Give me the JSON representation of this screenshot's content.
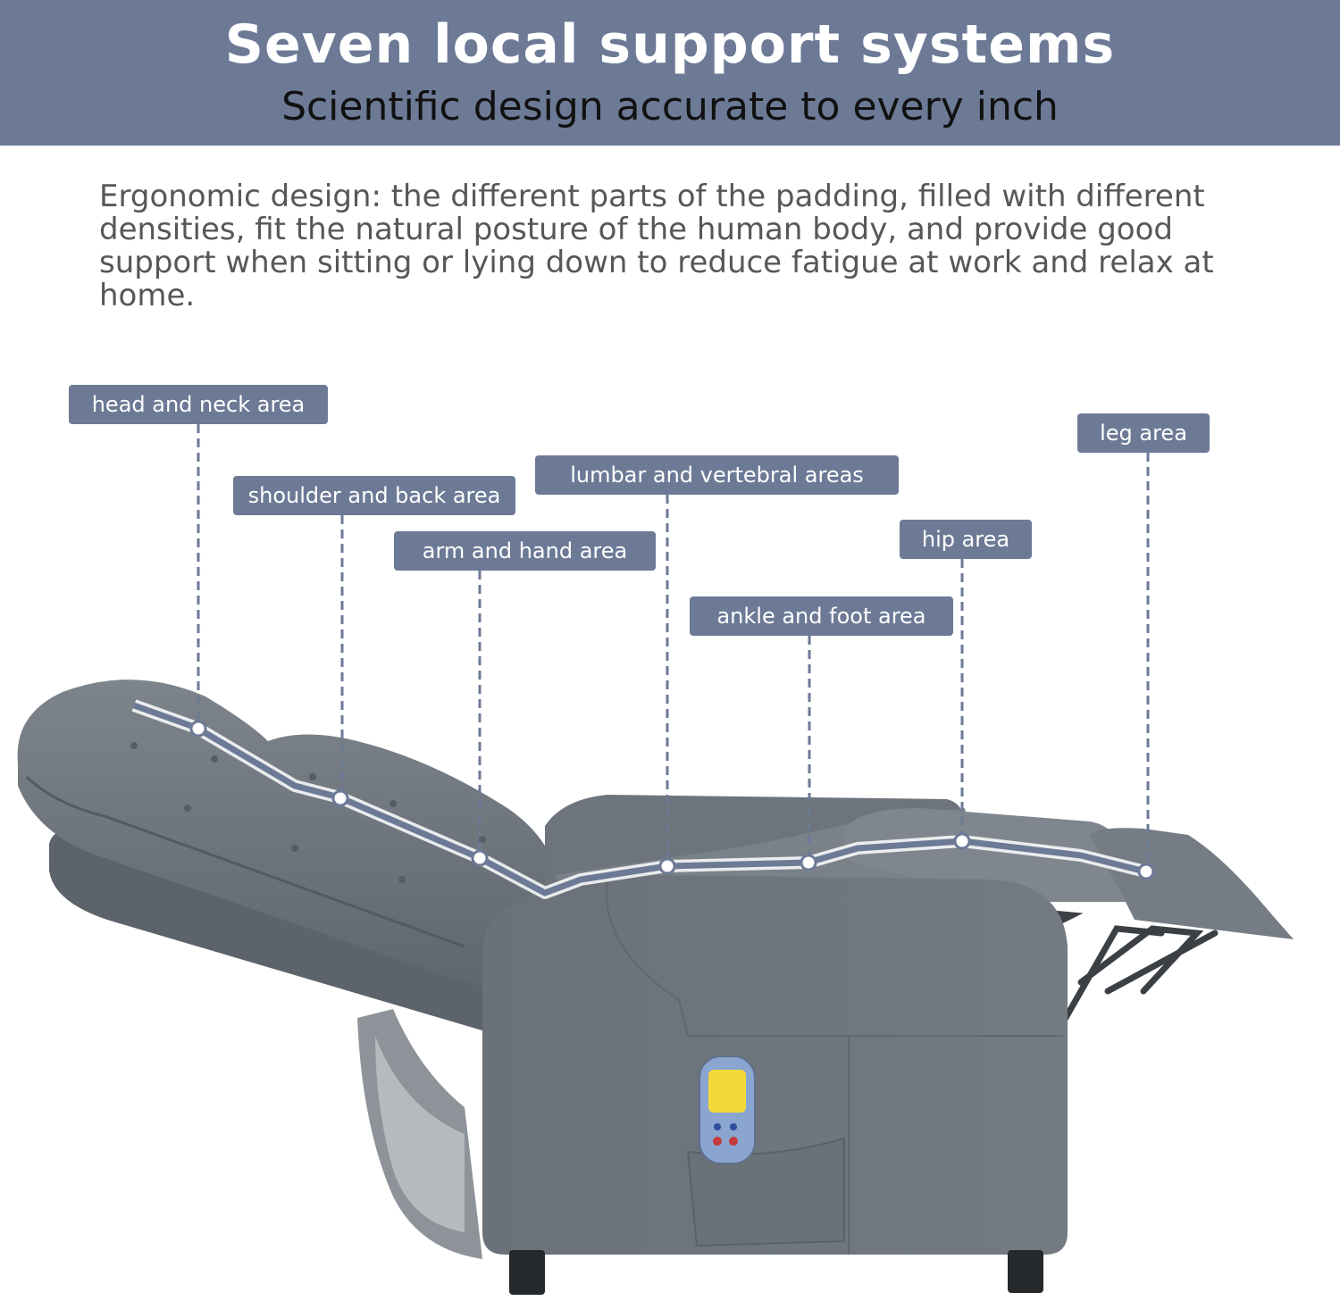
{
  "header": {
    "title": "Seven local support systems",
    "subtitle": "Scientific design accurate to every inch"
  },
  "description": "Ergonomic design: the different parts of the padding, filled with different densities, fit the natural posture of the human body, and provide good support when sitting or lying down to reduce fatigue at work and relax at home.",
  "areas": [
    {
      "label": "head and neck area"
    },
    {
      "label": "shoulder and back area"
    },
    {
      "label": "arm and hand area"
    },
    {
      "label": "lumbar and vertebral areas"
    },
    {
      "label": "ankle and foot area"
    },
    {
      "label": "hip area"
    },
    {
      "label": "leg area"
    }
  ],
  "colors": {
    "banner": "#6c7a96",
    "label_background": "#6c7a96",
    "chair_fabric": "#6f767e",
    "remote_screen": "#f2d93a"
  }
}
